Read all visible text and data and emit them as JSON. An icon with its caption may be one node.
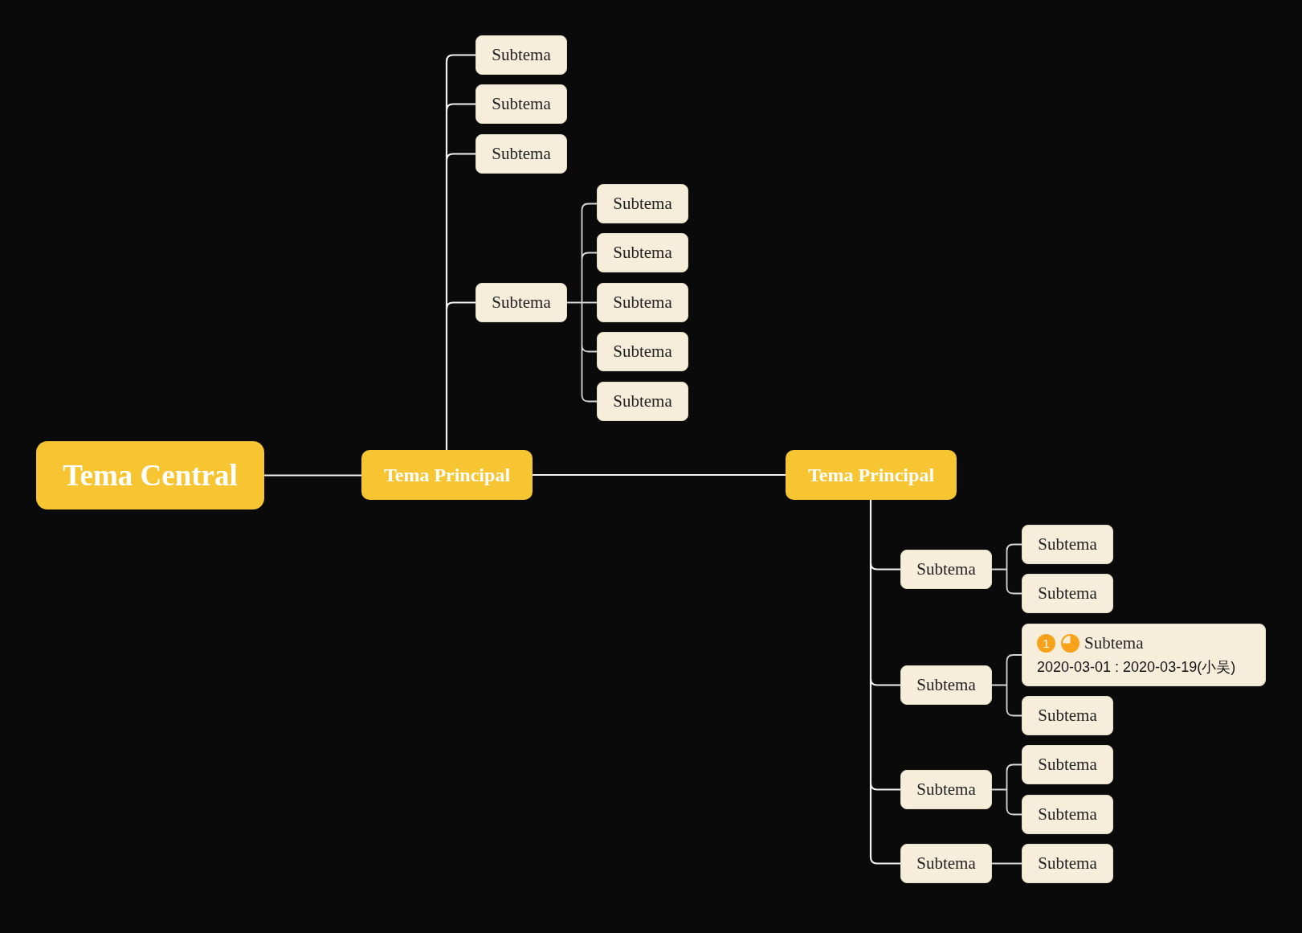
{
  "diagram": {
    "nodes": [
      {
        "text": [
          "Tema Central"
        ]
      },
      {
        "text": [
          "Tema Principal"
        ]
      },
      {
        "text": [
          "Subtema"
        ]
      },
      {
        "text": [
          "Subtema"
        ]
      },
      {
        "text": [
          "Subtema"
        ]
      },
      {
        "text": [
          "Subtema"
        ]
      },
      {
        "text": [
          "Subtema"
        ]
      },
      {
        "text": [
          "Subtema"
        ]
      },
      {
        "text": [
          "Subtema"
        ]
      },
      {
        "text": [
          "Subtema"
        ]
      },
      {
        "text": [
          "Subtema"
        ]
      },
      {
        "text": [
          "Tema Principal"
        ]
      },
      {
        "text": [
          "Subtema"
        ]
      },
      {
        "text": [
          "Subtema"
        ]
      },
      {
        "text": [
          "Subtema"
        ]
      },
      {
        "text": [
          "Subtema"
        ]
      },
      {
        "text": [
          "1",
          "Subtema",
          "2020-03-01 : 2020-03-19(小吴)"
        ]
      },
      {
        "text": [
          "Subtema"
        ]
      },
      {
        "text": [
          "Subtema"
        ]
      },
      {
        "text": [
          "Subtema"
        ]
      },
      {
        "text": [
          "Subtema"
        ]
      },
      {
        "text": [
          "Subtema"
        ]
      },
      {
        "text": [
          "Subtema"
        ]
      }
    ],
    "edges": [
      {
        "from": 0,
        "to": 1,
        "arrow": "none"
      },
      {
        "from": 1,
        "to": 2,
        "arrow": "none"
      },
      {
        "from": 1,
        "to": 3,
        "arrow": "none"
      },
      {
        "from": 1,
        "to": 4,
        "arrow": "none"
      },
      {
        "from": 1,
        "to": 5,
        "arrow": "none"
      },
      {
        "from": 5,
        "to": 6,
        "arrow": "none"
      },
      {
        "from": 5,
        "to": 7,
        "arrow": "none"
      },
      {
        "from": 5,
        "to": 8,
        "arrow": "none"
      },
      {
        "from": 5,
        "to": 9,
        "arrow": "none"
      },
      {
        "from": 5,
        "to": 10,
        "arrow": "none"
      },
      {
        "from": 1,
        "to": 11,
        "arrow": "none"
      },
      {
        "from": 11,
        "to": 12,
        "arrow": "none"
      },
      {
        "from": 12,
        "to": 13,
        "arrow": "none"
      },
      {
        "from": 12,
        "to": 14,
        "arrow": "none"
      },
      {
        "from": 11,
        "to": 15,
        "arrow": "none"
      },
      {
        "from": 15,
        "to": 16,
        "arrow": "none"
      },
      {
        "from": 15,
        "to": 17,
        "arrow": "none"
      },
      {
        "from": 11,
        "to": 18,
        "arrow": "none"
      },
      {
        "from": 18,
        "to": 19,
        "arrow": "none"
      },
      {
        "from": 18,
        "to": 20,
        "arrow": "none"
      },
      {
        "from": 11,
        "to": 21,
        "arrow": "none"
      },
      {
        "from": 21,
        "to": 22,
        "arrow": "none"
      }
    ]
  }
}
